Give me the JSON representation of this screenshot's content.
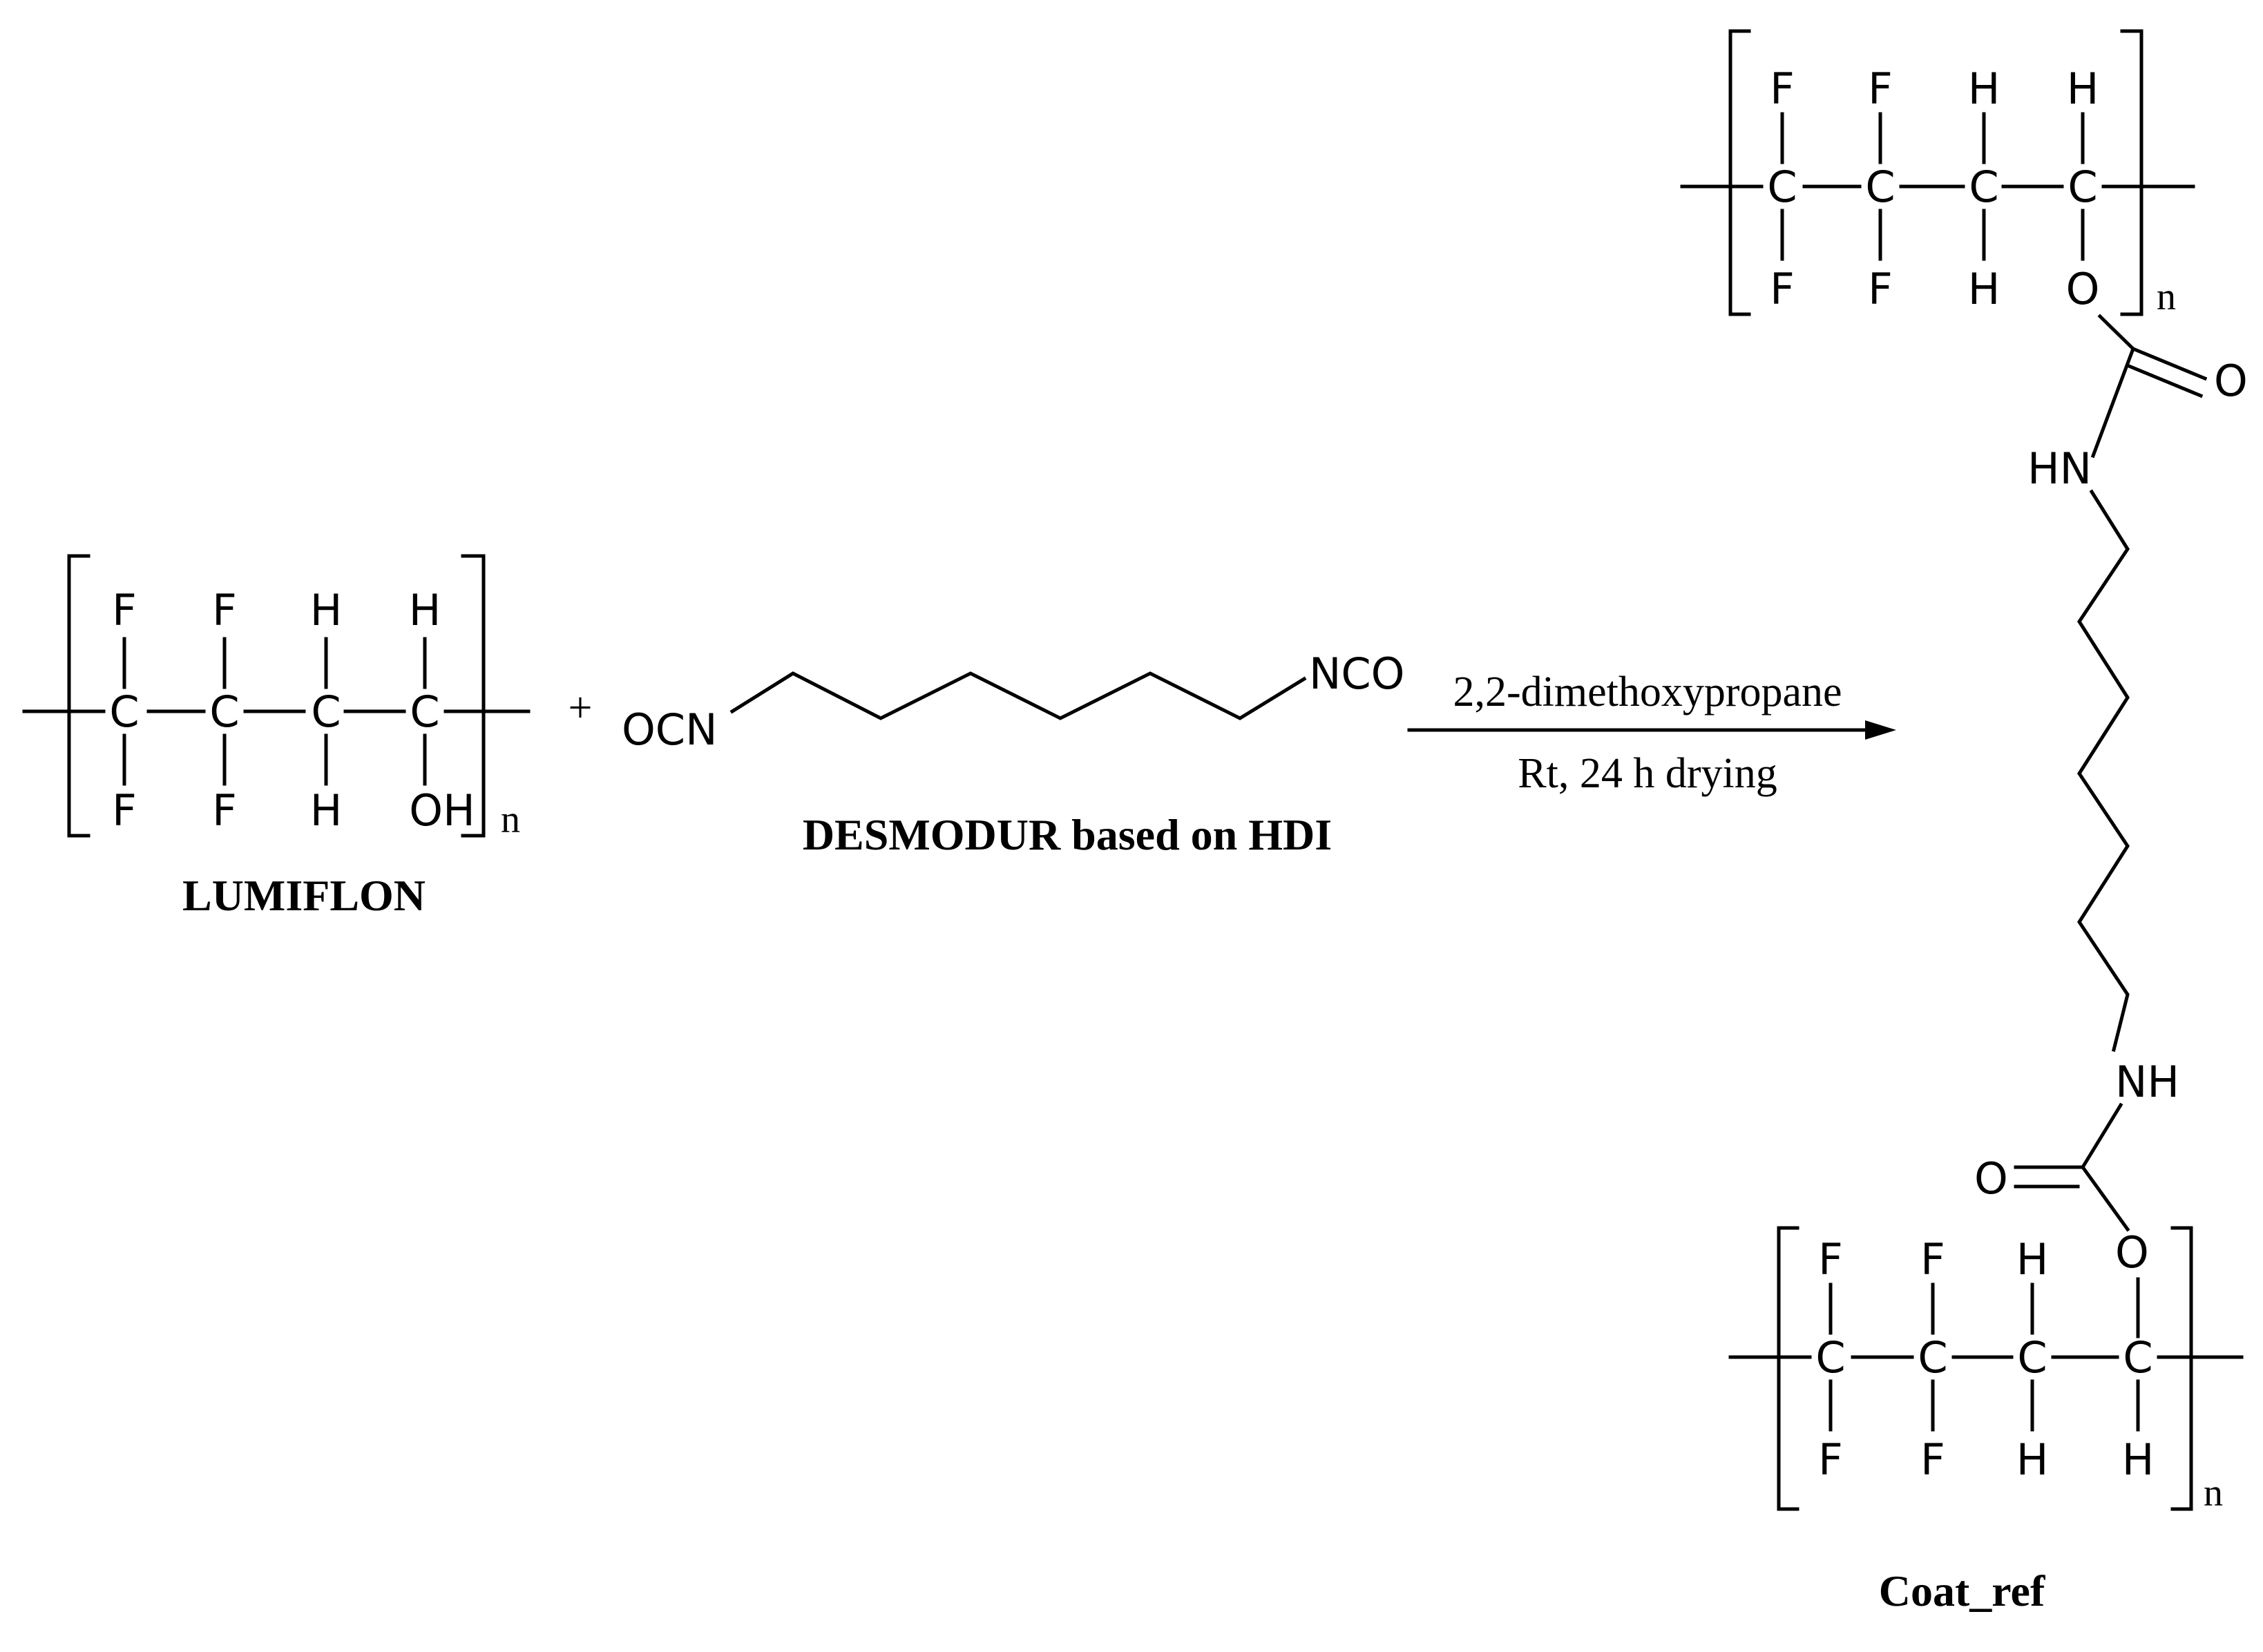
{
  "atoms": {
    "F": "F",
    "H": "H",
    "C": "C",
    "O": "O",
    "OH": "OH",
    "HN": "HN",
    "NH": "NH",
    "OCN": "OCN",
    "NCO": "NCO",
    "n": "n",
    "plus": "+"
  },
  "reactant_1": {
    "name": "LUMIFLON"
  },
  "reactant_2": {
    "name": "DESMODUR based on HDI"
  },
  "conditions": {
    "reagent": "2,2-dimethoxypropane",
    "process": "Rt, 24 h drying"
  },
  "product": {
    "name": "Coat_ref"
  }
}
